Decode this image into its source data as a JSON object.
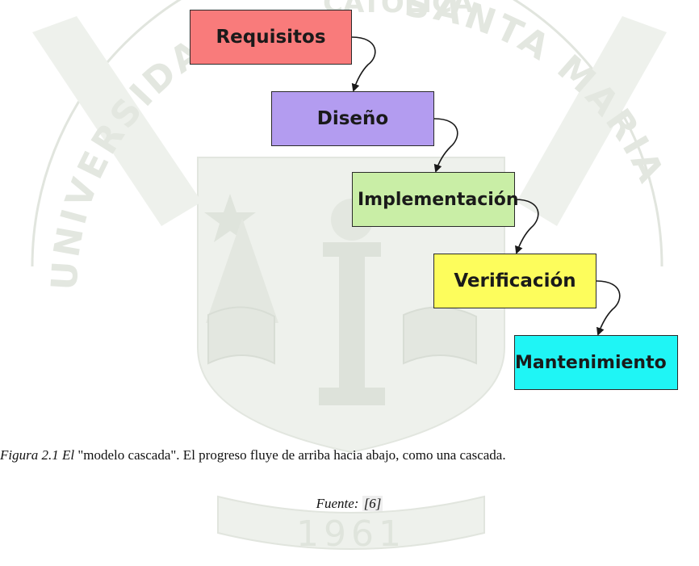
{
  "diagram": {
    "stages": [
      {
        "label": "Requisitos",
        "color": "#f97b7b"
      },
      {
        "label": "Diseño",
        "color": "#b39cf0"
      },
      {
        "label": "Implementación",
        "color": "#c9eea6"
      },
      {
        "label": "Verificación",
        "color": "#fdfd5c"
      },
      {
        "label": "Mantenimiento",
        "color": "#1ff5f5"
      }
    ]
  },
  "caption": {
    "figure_label": "Figura 2.1  El",
    "text": " \"modelo cascada\". El progreso fluye de arriba hacia abajo, como una cascada."
  },
  "source": {
    "label": "Fuente:",
    "reference": "[6]"
  },
  "watermark": {
    "text_arc": "UNIVERSIDAD CATÓLICA SANTA MARÍA",
    "year": "1961",
    "color": "#d6dcd3"
  }
}
